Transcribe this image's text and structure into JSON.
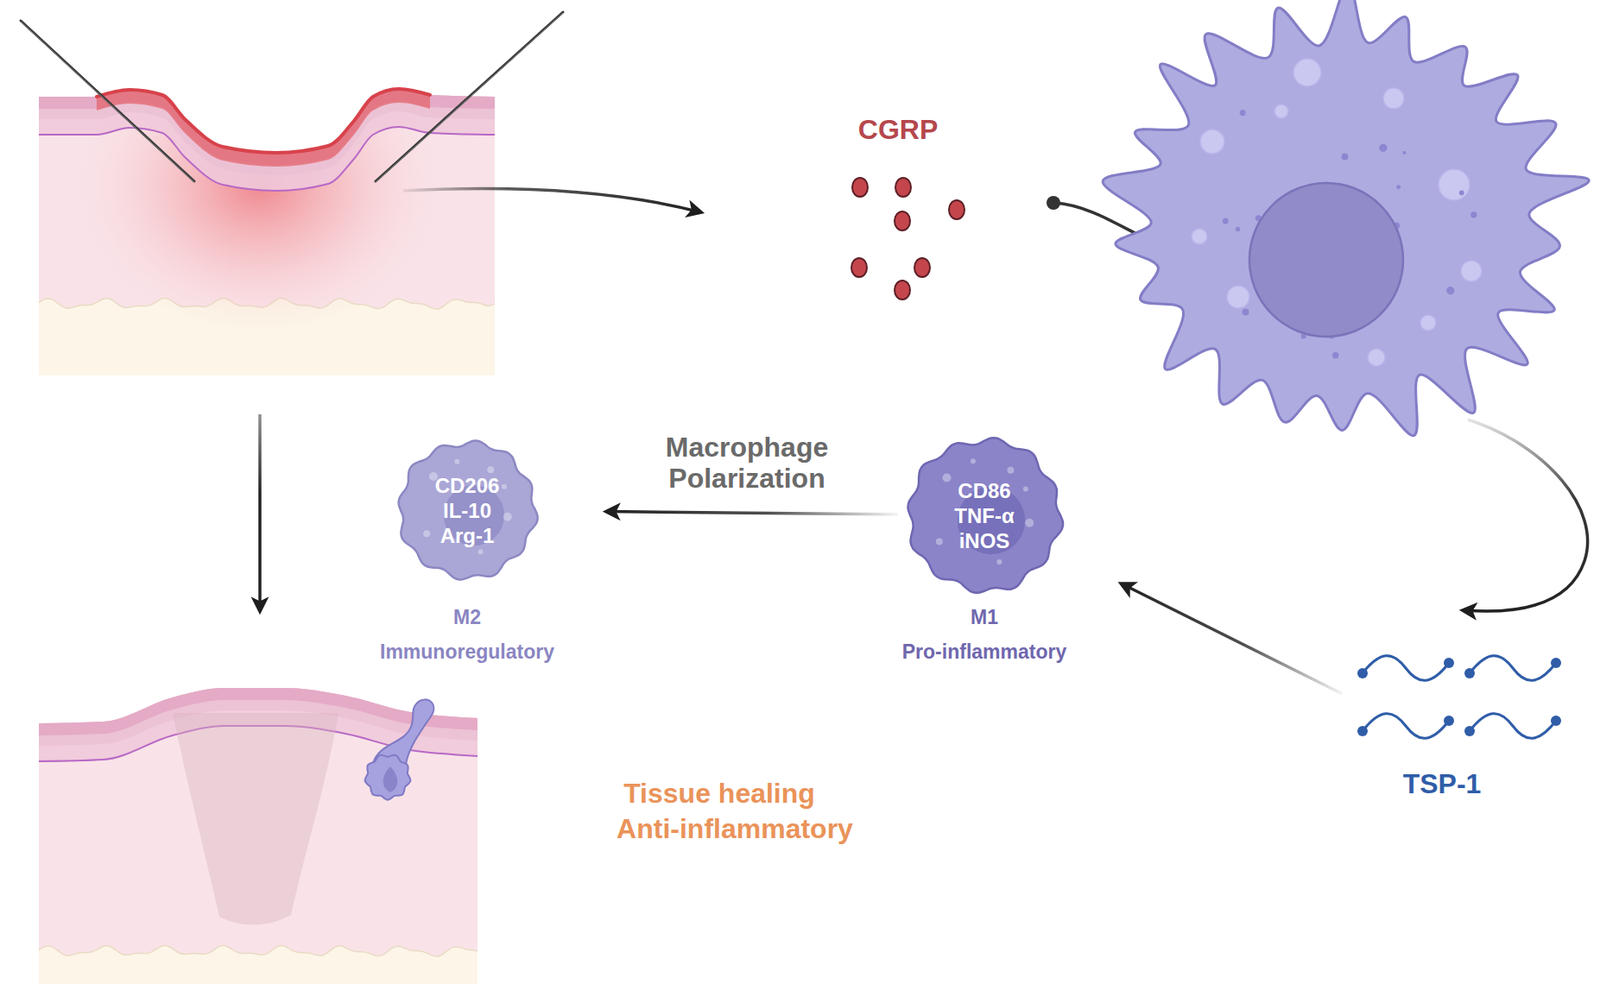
{
  "diagram": {
    "nodes": [
      {
        "text": [
          "CGRP"
        ]
      },
      {
        "text": [
          "CD206",
          "IL-10",
          "Arg-1",
          "M2",
          "Immunoregulatory"
        ]
      },
      {
        "text": [
          "CD86",
          "TNF-α",
          "iNOS",
          "M1",
          "Pro-inflammatory"
        ]
      },
      {
        "text": [
          "TSP-1"
        ]
      }
    ],
    "edges": [
      {
        "from": 3,
        "to": 2,
        "arrow": "to"
      },
      {
        "from": 2,
        "to": 1,
        "label": "Macrophage Polarization",
        "arrow": "to"
      }
    ],
    "labels": [
      "Tissue healing",
      "Anti-inflammatory"
    ]
  }
}
